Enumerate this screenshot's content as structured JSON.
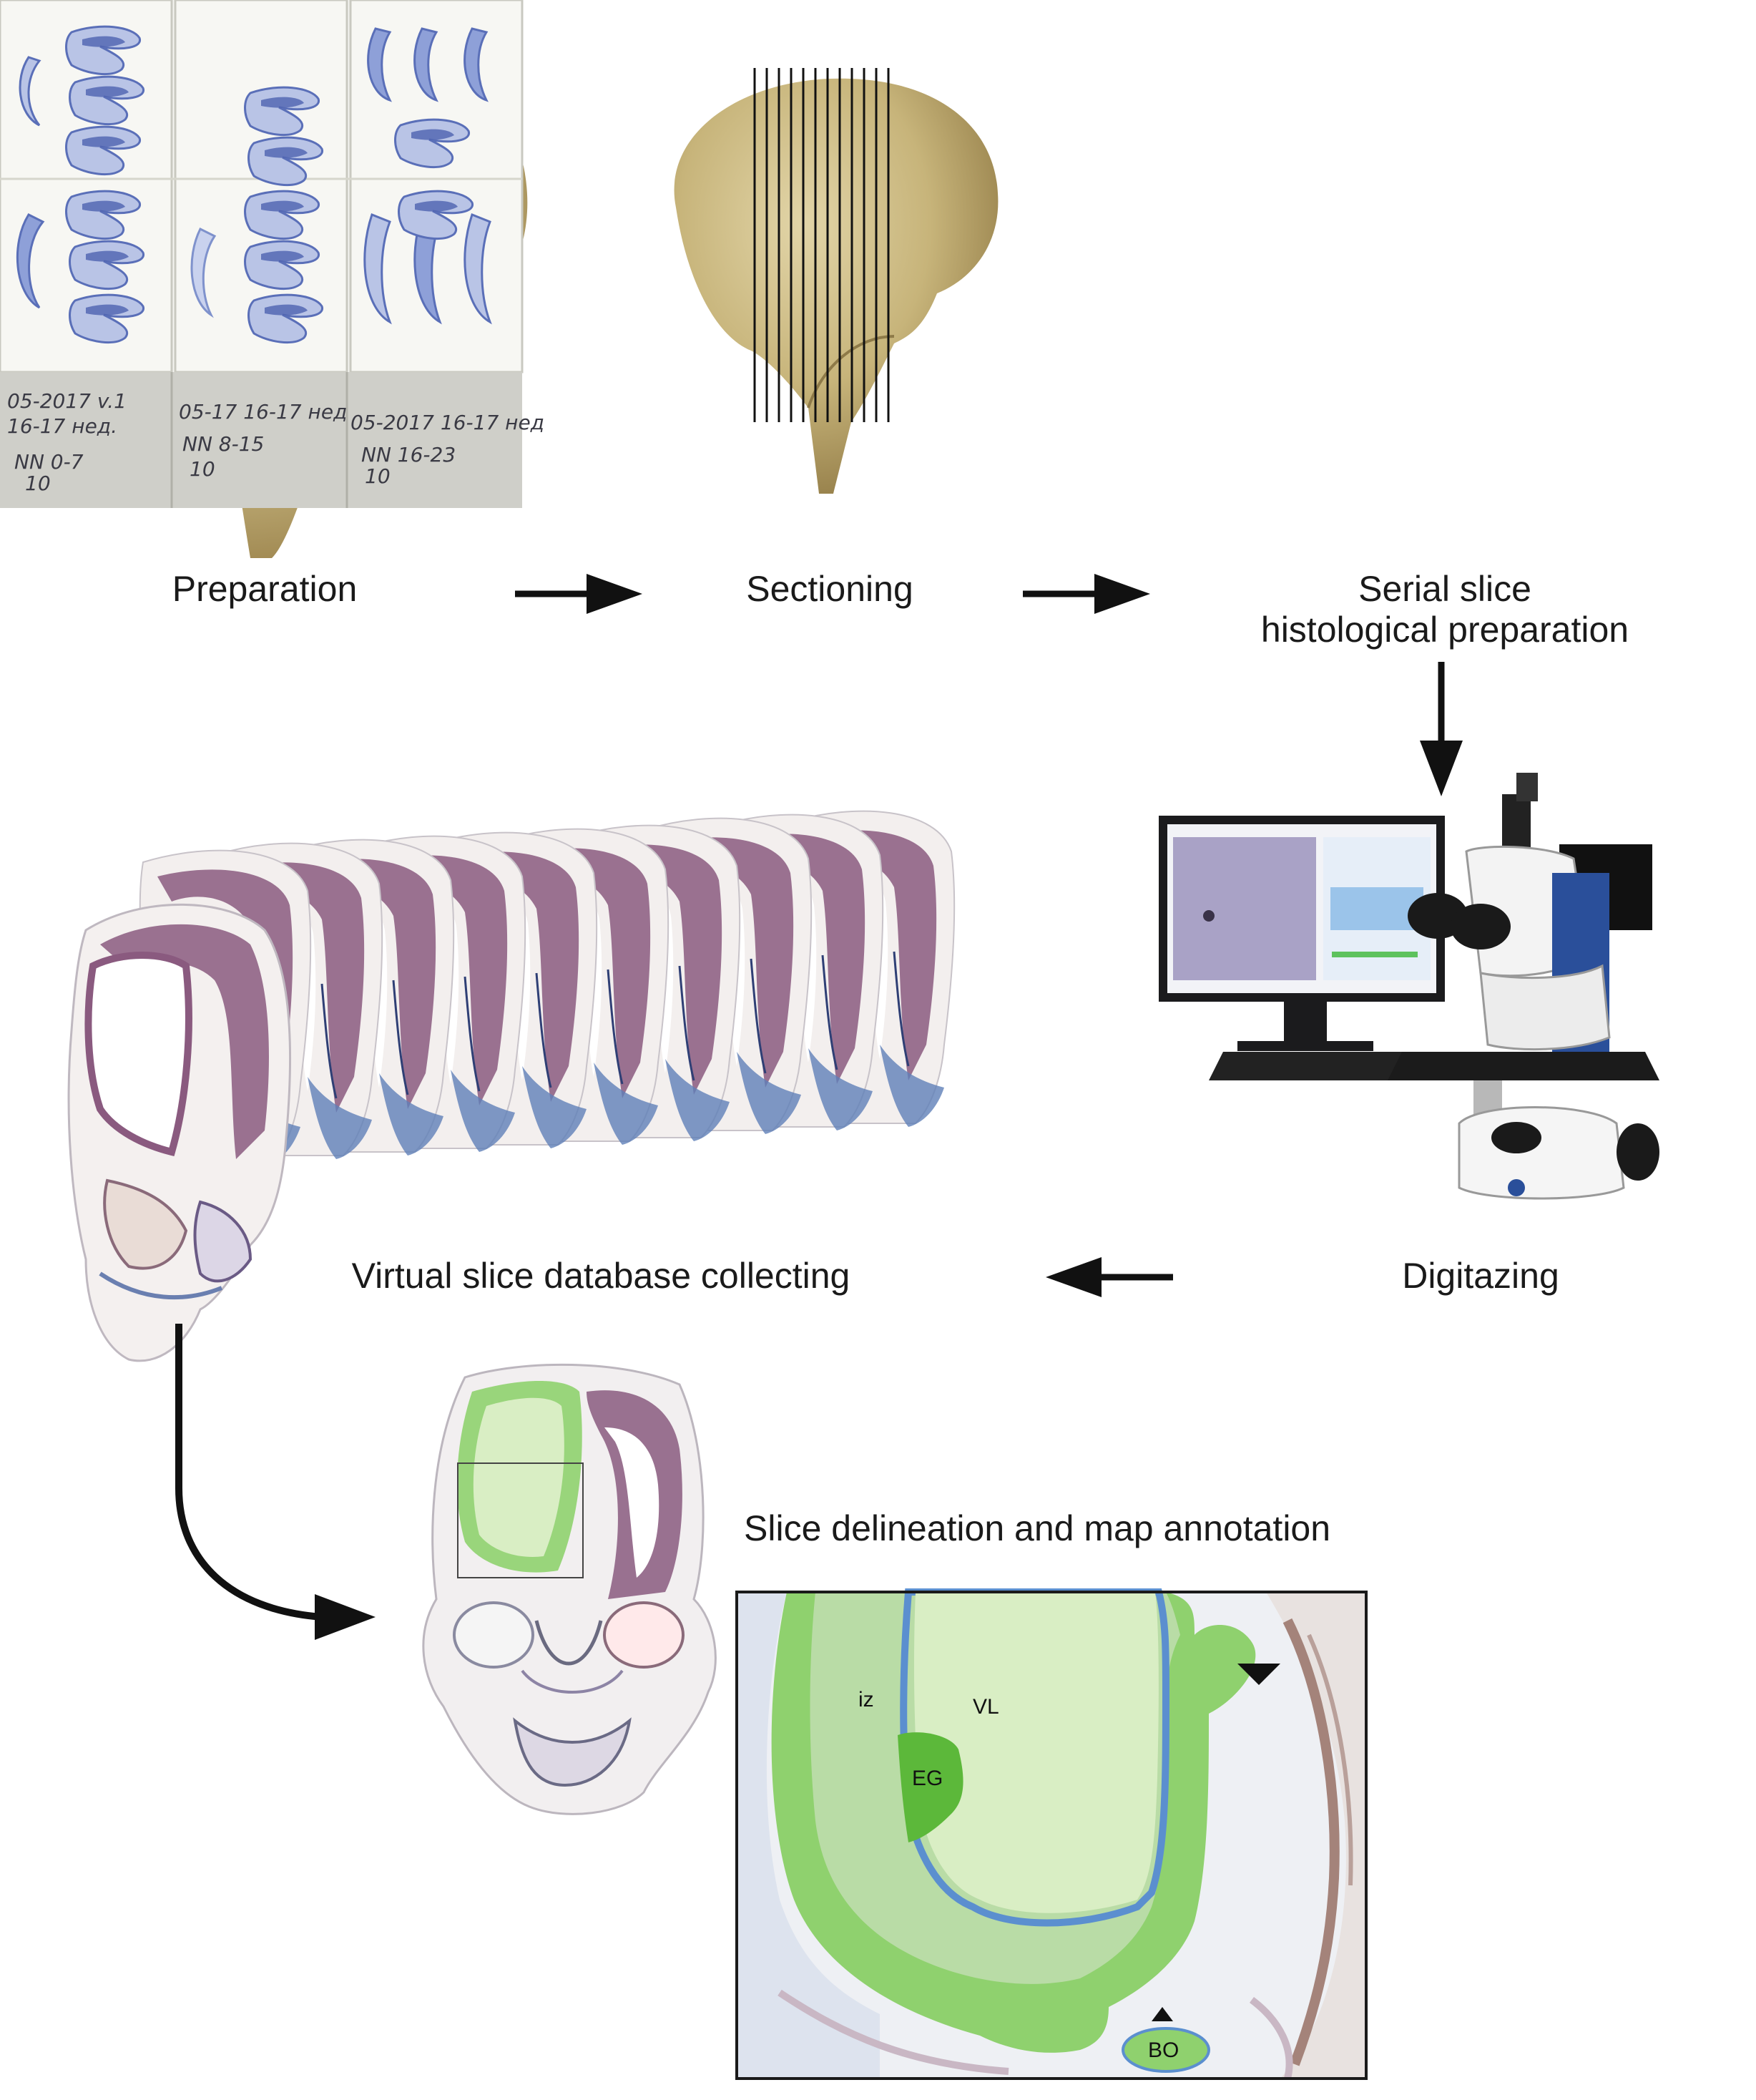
{
  "steps": {
    "preparation": "Preparation",
    "sectioning": "Sectioning",
    "serial_slice_line1": "Serial slice",
    "serial_slice_line2": "histological preparation",
    "digitazing": "Digitazing",
    "virtual_db": "Virtual slice database collecting",
    "delineation": "Slice delineation and map annotation"
  },
  "slide_labels": {
    "s1_line1": "05-2017 v.1",
    "s1_line2": "16-17 нед.",
    "s1_line3": "NN 0-7",
    "s1_line4": "10",
    "s2_line1": "05-17 16-17 нед",
    "s2_line2": "NN 8-15",
    "s2_line3": "10",
    "s3_line1": "05-2017 16-17 нед",
    "s3_line2": "NN 16-23",
    "s3_line3": "10"
  },
  "annotation_labels": {
    "iz": "iz",
    "vl": "VL",
    "eg": "EG",
    "bo": "BO"
  },
  "colors": {
    "brain": "#d8c99a",
    "brain_shadow": "#a8925a",
    "annotation_green": "#8fd16e",
    "annotation_light": "#d9eec4",
    "eg_green": "#5cb83a",
    "stain_purple": "#8a4f7d",
    "stain_blue": "#6c8fc4"
  }
}
